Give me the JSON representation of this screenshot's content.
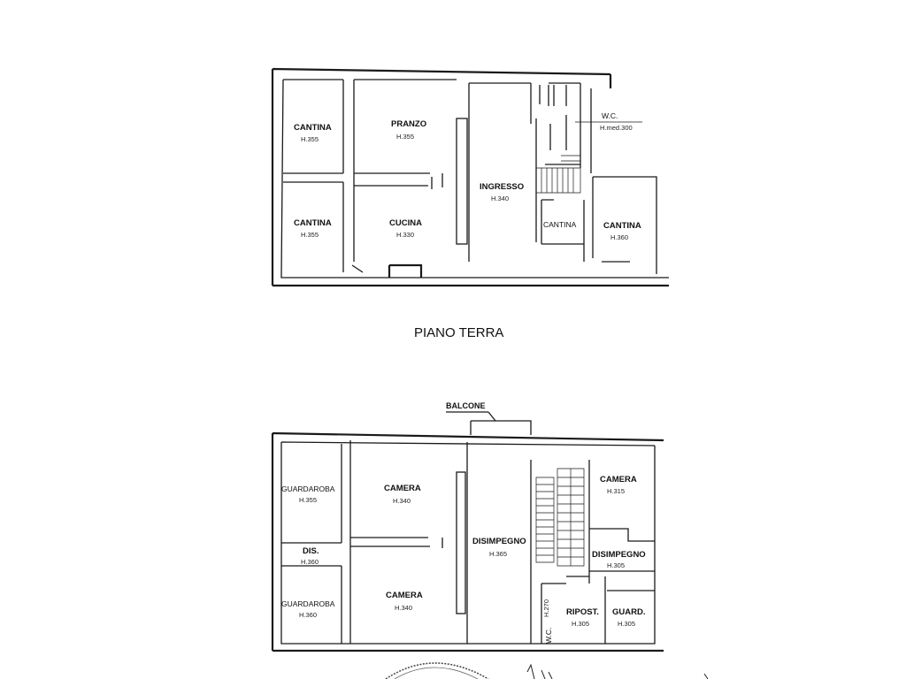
{
  "ground_floor": {
    "title": "PIANO TERRA",
    "rooms": {
      "cantina_1": {
        "name": "CANTINA",
        "height": "H.355"
      },
      "pranzo": {
        "name": "PRANZO",
        "height": "H.355"
      },
      "wc": {
        "name": "W.C.",
        "height": "H.med.300"
      },
      "ingresso": {
        "name": "INGRESSO",
        "height": "H.340"
      },
      "cantina_2": {
        "name": "CANTINA",
        "height": "H.355"
      },
      "cucina": {
        "name": "CUCINA",
        "height": "H.330"
      },
      "cantina_small": {
        "name": "CANTINA"
      },
      "cantina_3": {
        "name": "CANTINA",
        "height": "H.360"
      }
    }
  },
  "first_floor": {
    "balcony_label": "BALCONE",
    "rooms": {
      "guardaroba_1": {
        "name": "GUARDAROBA",
        "height": "H.355"
      },
      "camera_1": {
        "name": "CAMERA",
        "height": "H.340"
      },
      "camera_2": {
        "name": "CAMERA",
        "height": "H.315"
      },
      "dis": {
        "name": "DIS.",
        "height": "H.360"
      },
      "disimpegno_1": {
        "name": "DISIMPEGNO",
        "height": "H.365"
      },
      "disimpegno_2": {
        "name": "DISIMPEGNO",
        "height": "H.305"
      },
      "guardaroba_2": {
        "name": "GUARDAROBA",
        "height": "H.360"
      },
      "camera_3": {
        "name": "CAMERA",
        "height": "H.340"
      },
      "wc_vertical": {
        "name": "W.C.",
        "height": "H.270"
      },
      "ripost": {
        "name": "RIPOST.",
        "height": "H.305"
      },
      "guard": {
        "name": "GUARD.",
        "height": "H.305"
      }
    }
  },
  "seal": "stamp-seal"
}
